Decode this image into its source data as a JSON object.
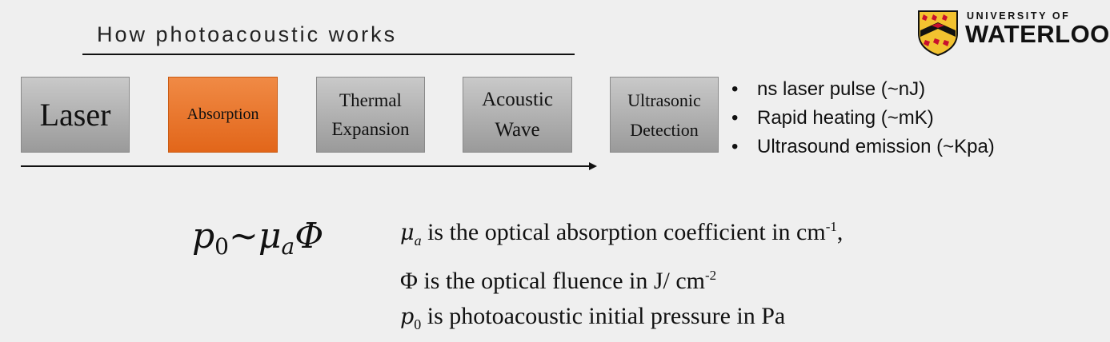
{
  "title": "How photoacoustic works",
  "logo": {
    "line1": "UNIVERSITY OF",
    "line2": "WATERLOO",
    "colors": {
      "gold": "#f2c230",
      "red": "#c8102e",
      "black": "#111111"
    }
  },
  "flow": {
    "steps": [
      {
        "lines": [
          "Laser"
        ],
        "color": "#b0b0b0"
      },
      {
        "lines": [
          "Absorption"
        ],
        "color": "#ea7125"
      },
      {
        "lines": [
          "Thermal",
          "Expansion"
        ],
        "color": "#b0b0b0"
      },
      {
        "lines": [
          "Acoustic",
          "Wave"
        ],
        "color": "#b0b0b0"
      },
      {
        "lines": [
          "Ultrasonic",
          "Detection"
        ],
        "color": "#b0b0b0"
      }
    ]
  },
  "bullets": [
    "ns laser pulse (~nJ)",
    "Rapid heating (~mK)",
    "Ultrasound emission (~Kpa)"
  ],
  "bullet_glyph": "•",
  "formula": {
    "p": "p",
    "p_sub": "0",
    "tilde": "~",
    "mu": "μ",
    "mu_sub": "a",
    "phi": "Φ"
  },
  "definitions": {
    "mu": {
      "sym": "μ",
      "sub": "a",
      "text": " is the optical absorption coefficient in cm",
      "sup": "-1",
      "tail": ","
    },
    "phi": {
      "sym": "Φ",
      "text": " is the optical fluence in J/ cm",
      "sup": "-2"
    },
    "p0": {
      "sym": "p",
      "sub": "0",
      "text": " is photoacoustic initial pressure in Pa"
    }
  }
}
